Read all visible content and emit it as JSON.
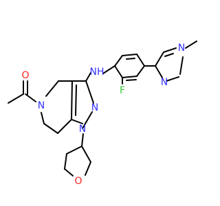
{
  "colors": {
    "background": "#ffffff",
    "bond": "#000000",
    "N": "#3333ff",
    "O": "#ff2020",
    "F": "#33cc33",
    "C": "#000000"
  },
  "atom_labels": {
    "carbonyl_o": "O",
    "ring_n5": "N",
    "amine_nh": "NH",
    "fluoro": "F",
    "pyrazole_n_left": "N",
    "pyrazole_n_right": "N",
    "pyrazole_n_methyl": "N",
    "pyrazole_n_thf": "N",
    "thf_o": "O"
  }
}
